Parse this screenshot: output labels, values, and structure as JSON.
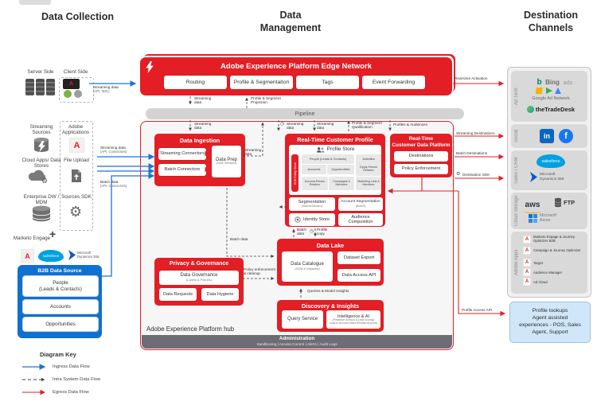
{
  "page": {
    "title_collection": "Data Collection",
    "title_management": "Data\nManagement",
    "title_destination": "Destination\nChannels"
  },
  "icons": {
    "clock": "◷",
    "gear": "⚙",
    "plus": "+",
    "adobe_a": "A"
  },
  "colors": {
    "adobe_red": "#E41E25",
    "ingress_blue": "#1B74D8",
    "b2b_blue": "#1070D2",
    "section_gray": "#D9D9D9",
    "admin_gray": "#6D6D75",
    "lookup_blue": "#CFE7F8"
  },
  "collection": {
    "server_side": "Server Side",
    "client_side": "Client Side",
    "streaming_sources": "Streaming Sources",
    "adobe_applications": "Adobe Applications",
    "cloud_apps": "Cloud Apps/ Data Stores",
    "file_upload": "File Upload",
    "enterprise": "Enterprise DW / MDM",
    "sources_sdk": "Sources SDK",
    "marketo": "Marketo Engage",
    "salesforce": "salesforce",
    "dynamics": "Microsoft\nDynamics 365",
    "b2b": {
      "title": "B2B Data Source",
      "people": "People\n(Leads & Contacts)",
      "accounts": "Accounts",
      "opportunities": "Opportunities"
    }
  },
  "edge": {
    "title": "Adobe Experience Platform Edge Network",
    "modules": [
      "Routing",
      "Profile & Segmentaiton",
      "Tags",
      "Event Forwarding"
    ]
  },
  "pipeline": "Pipeline",
  "hub": {
    "label": "Adobe Experience Platform hub",
    "admin_title": "Administration",
    "admin_items": "Sandboxing  |  Access Control  |  Alerts  |  Audit Logs",
    "ingestion": {
      "title": "Data Ingestion",
      "streaming": "Streaming Connectors",
      "batch": "Batch Connectors",
      "data_prep": "Data Prep",
      "data_prep_sub": "(XDM Translator)"
    },
    "privacy": {
      "title": "Privacy & Governance",
      "governance": "Data Governance",
      "governance_sub": "(Labels & Policies)",
      "requests": "Data Requests",
      "hygiene": "Data Hygiene"
    },
    "profile": {
      "title": "Real-Time Customer Profile",
      "store": "Profile Store",
      "b2b_store": "B2B Entity Store",
      "e1": "People (Leads & Contacts)",
      "e2": "Activities",
      "e3": "Accounts",
      "e4": "Opportunities",
      "e5": "Oppty-Person Relation",
      "e6": "Account-Person Relation",
      "e7": "Campaigns & Members",
      "e8": "Marketing Lists & Members",
      "segmentation": "Segmentation",
      "segmentation_sub": "(Batch/Stream)",
      "account_segmentation": "Account Segmentation",
      "account_segmentation_sub": "(Batch)",
      "identity": "Identity Store",
      "audience": "Audience Composition"
    },
    "rtcdp": {
      "title": "Real-Time\nCustomer Data Platform",
      "destinations": "Destinations",
      "policy": "Policy Enforcement"
    },
    "lake": {
      "title": "Data Lake",
      "catalogue": "Data Catalogue",
      "catalogue_sub": "(XDM & Datasets)",
      "dataset_export": "Dataset Export",
      "data_access": "Data Access API"
    },
    "discovery": {
      "title": "Discovery & Insights",
      "query": "Query Service",
      "intelligence": "Intelligence & AI",
      "intelligence_sub": "(Predictive Account & Lead Scoring/\nLead-to-Account Match/Related Account)"
    }
  },
  "flows": {
    "streaming_data": "Streaming data",
    "api_sdk": "(API, SDK)",
    "api_connectors": "(API, Connectors)",
    "batch_data": "Batch data",
    "realtime_activation": "Real-time Activation",
    "profile_segment_projection": "Profile & Segment Projection",
    "profile_segment_qualification": "Profile & Segment Qualification",
    "profiles_audiences": "Profiles & Audiences",
    "streaming_destinations": "Streaming Destinations",
    "batch_destinations": "Batch Destinations",
    "destination_sdk": "Destination SDK",
    "profile_copy": "Profile copy",
    "policy_cleanup": "Policy enforcement\n& cleanup",
    "queries_insights": "Queries & Model Insights",
    "profile_access": "Profile Access API"
  },
  "destinations": {
    "sections": [
      {
        "label": "Ad Tech",
        "bing_b": "b",
        "bing": "Bing",
        "bing_ads": "ads",
        "google": "Google Ad Network",
        "ttd": "theTradeDesk"
      },
      {
        "label": "Social",
        "linkedin": "in",
        "facebook": "f"
      },
      {
        "label": "Sales / CRM",
        "salesforce": "salesforce",
        "dynamics": "Microsoft\nDynamics 365"
      },
      {
        "label": "Cloud Storage",
        "aws": "aws",
        "ftp": "FTP",
        "azure": "Microsoft\nAzure"
      },
      {
        "label": "Adobe Apps",
        "items": [
          "Marketo Engage & Journey Optimizer B2B",
          "Campaign & Journey Optimizer",
          "Target",
          "Audience Manager",
          "Ad Cloud"
        ]
      }
    ],
    "profile_lookups": "Profile lookups\nAgent assisted\nexperiences - POS, Sales\nAgent, Support"
  },
  "key": {
    "title": "Diagram Key",
    "ingress": "Ingress Data Flow",
    "intra": "Intra System Data Flow",
    "egress": "Egress Data Flow"
  }
}
